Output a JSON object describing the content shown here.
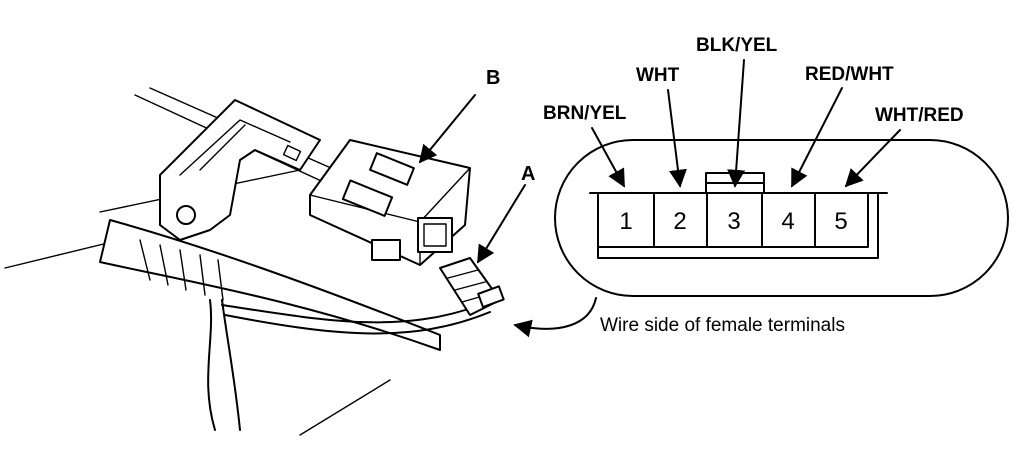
{
  "callouts": {
    "a": "A",
    "b": "B"
  },
  "wire_colors": [
    "BRN/YEL",
    "WHT",
    "BLK/YEL",
    "RED/WHT",
    "WHT/RED"
  ],
  "pins": [
    "1",
    "2",
    "3",
    "4",
    "5"
  ],
  "caption": "Wire side of female terminals"
}
